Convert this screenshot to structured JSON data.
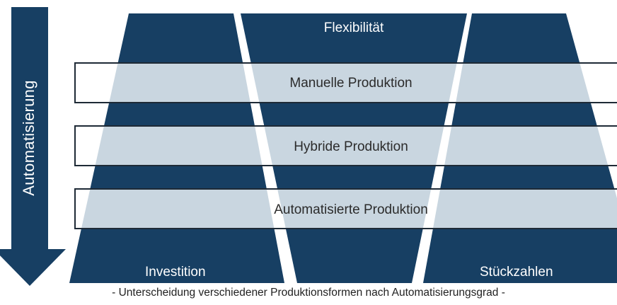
{
  "colors": {
    "dark": "#173f63",
    "light": "#c9d6e0",
    "border": "#1e2a36"
  },
  "top_label": "Flexibilität",
  "axis_label": "Automatisierung",
  "bands": [
    {
      "label": "Manuelle Produktion"
    },
    {
      "label": "Hybride Produktion"
    },
    {
      "label": "Automatisierte Produktion"
    }
  ],
  "bottom_left_label": "Investition",
  "bottom_right_label": "Stückzahlen",
  "caption": "- Unterscheidung verschiedener Produktionsformen nach Automatisierungsgrad -"
}
